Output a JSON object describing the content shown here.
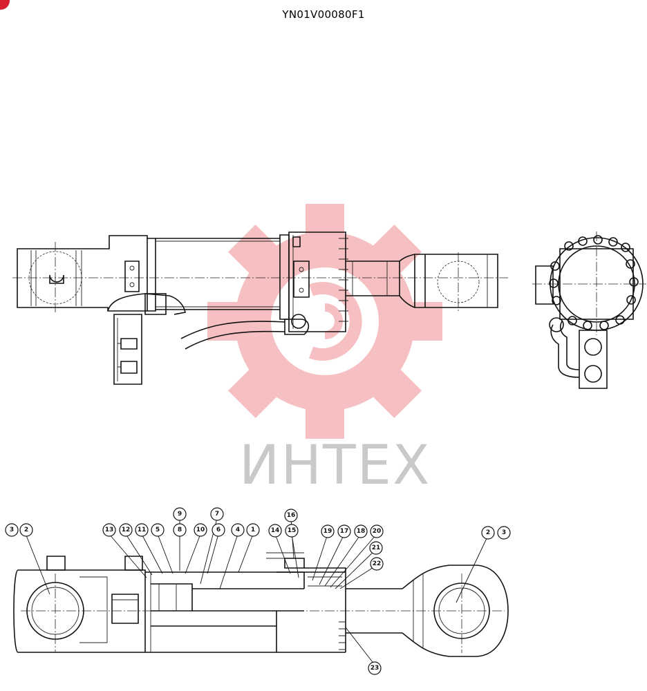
{
  "document": {
    "part_number": "YN01V00080F1",
    "watermark_text": "ИНТЕХ"
  },
  "colors": {
    "line": "#111111",
    "watermark_gear": "#f5b5b8",
    "watermark_text": "#c9c9c9",
    "badge": "#d81f2f"
  },
  "callouts": [
    "1",
    "2",
    "3",
    "4",
    "5",
    "6",
    "7",
    "8",
    "9",
    "10",
    "11",
    "12",
    "13",
    "14",
    "15",
    "16",
    "17",
    "18",
    "19",
    "20",
    "21",
    "22",
    "23"
  ]
}
